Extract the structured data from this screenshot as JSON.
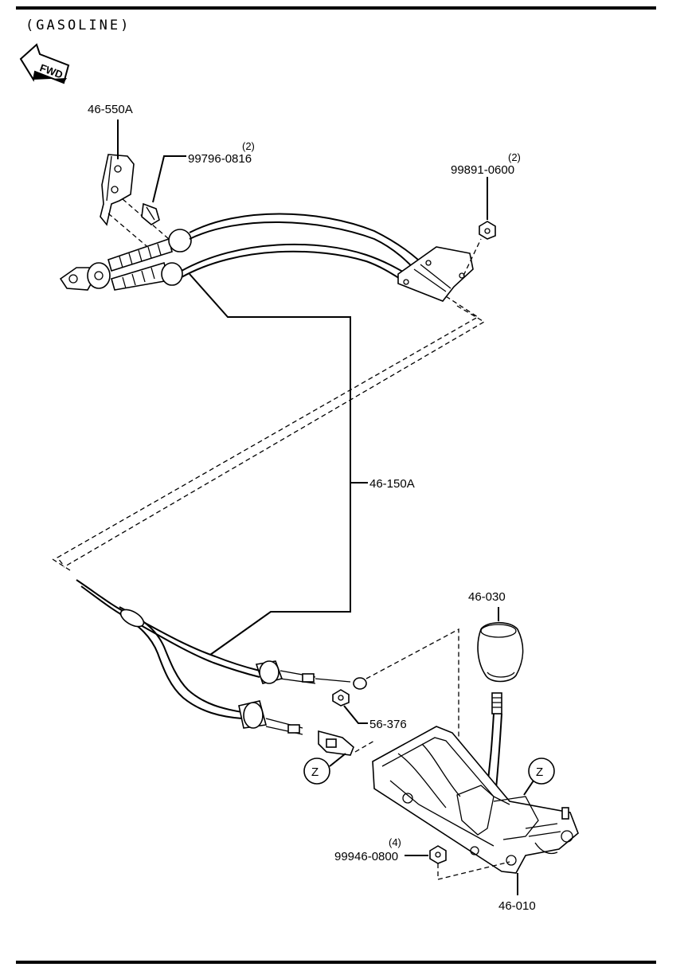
{
  "header": "(GASOLINE)",
  "fwd_label": "FWD",
  "callouts": [
    {
      "id": "bracket",
      "number": "46-550A",
      "qty": ""
    },
    {
      "id": "bolt",
      "number": "99796-0816",
      "qty": "(2)"
    },
    {
      "id": "nut-top",
      "number": "99891-0600",
      "qty": "(2)"
    },
    {
      "id": "cable",
      "number": "46-150A",
      "qty": ""
    },
    {
      "id": "knob",
      "number": "46-030",
      "qty": ""
    },
    {
      "id": "clip",
      "number": "56-376",
      "qty": ""
    },
    {
      "id": "nut-bottom",
      "number": "99946-0800",
      "qty": "(4)"
    },
    {
      "id": "shifter",
      "number": "46-010",
      "qty": ""
    }
  ],
  "zone_markers": [
    "Z",
    "Z"
  ]
}
